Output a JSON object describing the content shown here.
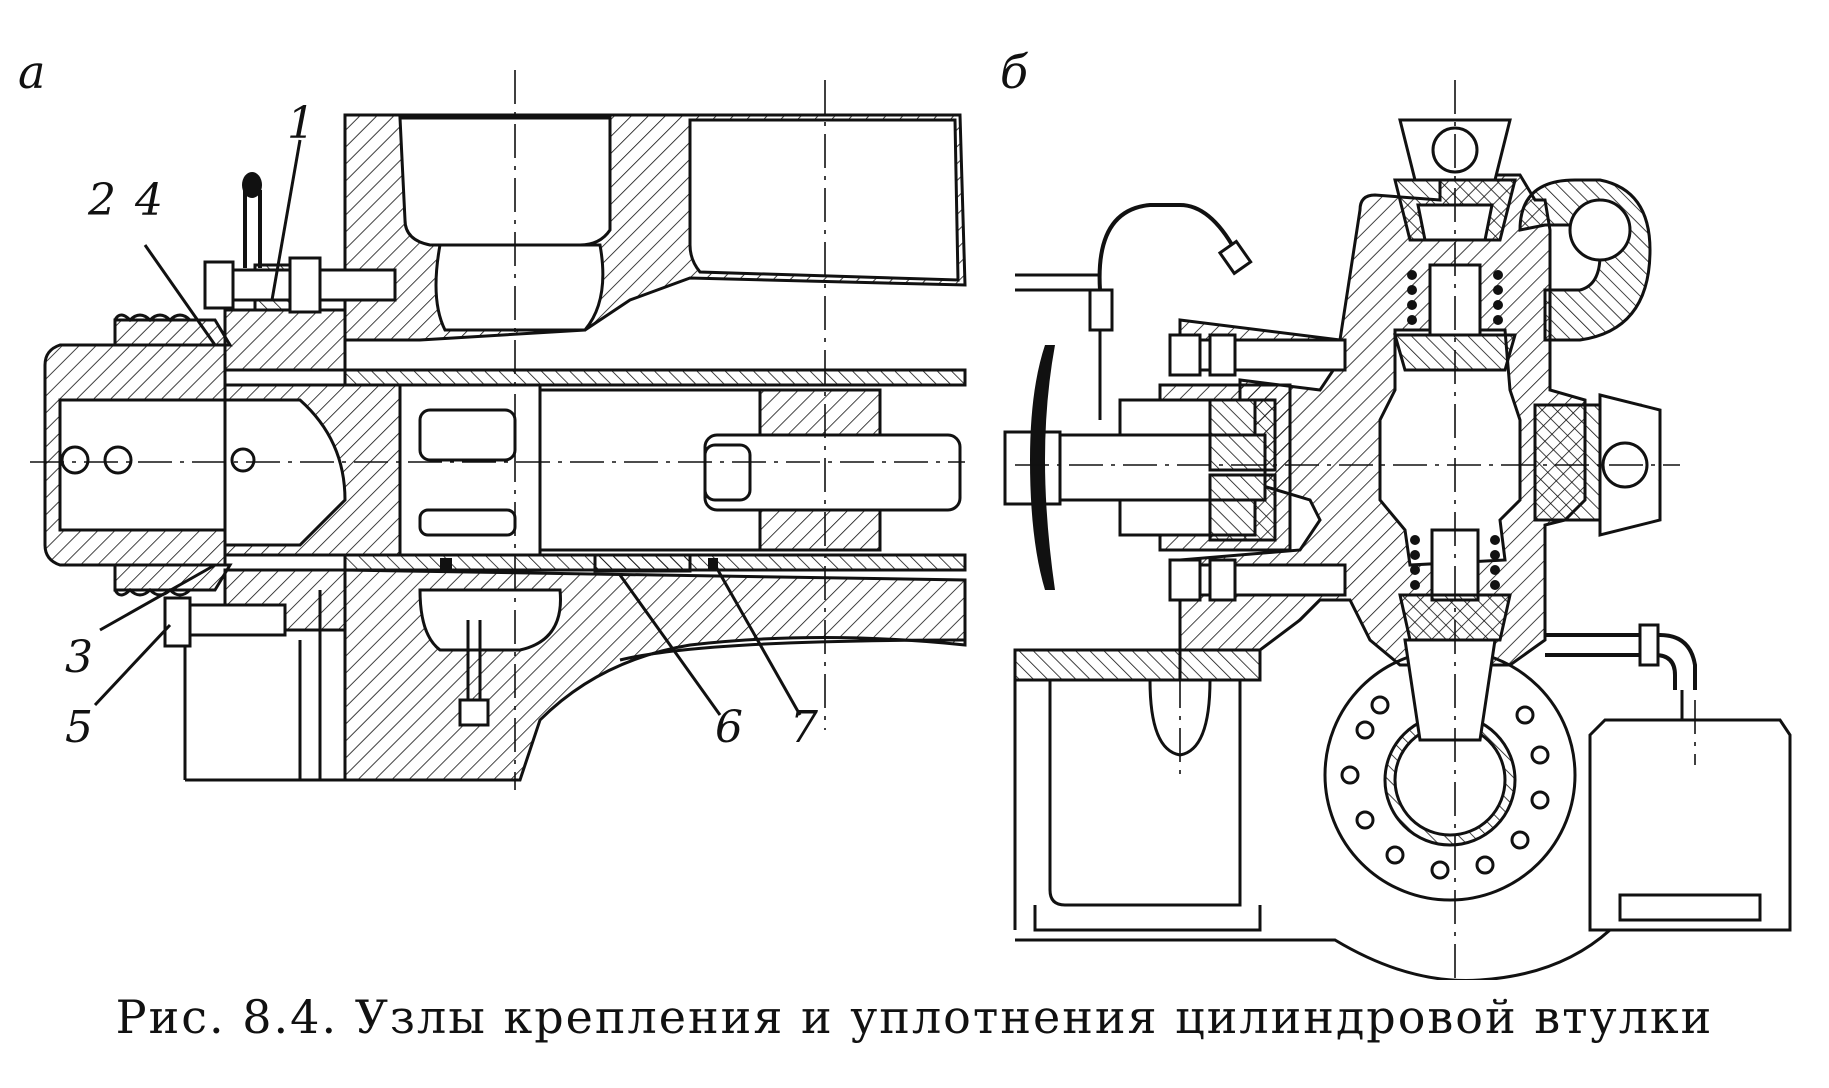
{
  "panels": {
    "a": "а",
    "b": "б"
  },
  "callouts": [
    "1",
    "2",
    "3",
    "4",
    "5",
    "6",
    "7"
  ],
  "caption": "Рис. 8.4. Узлы крепления и уплотнения цилиндровой втулки"
}
